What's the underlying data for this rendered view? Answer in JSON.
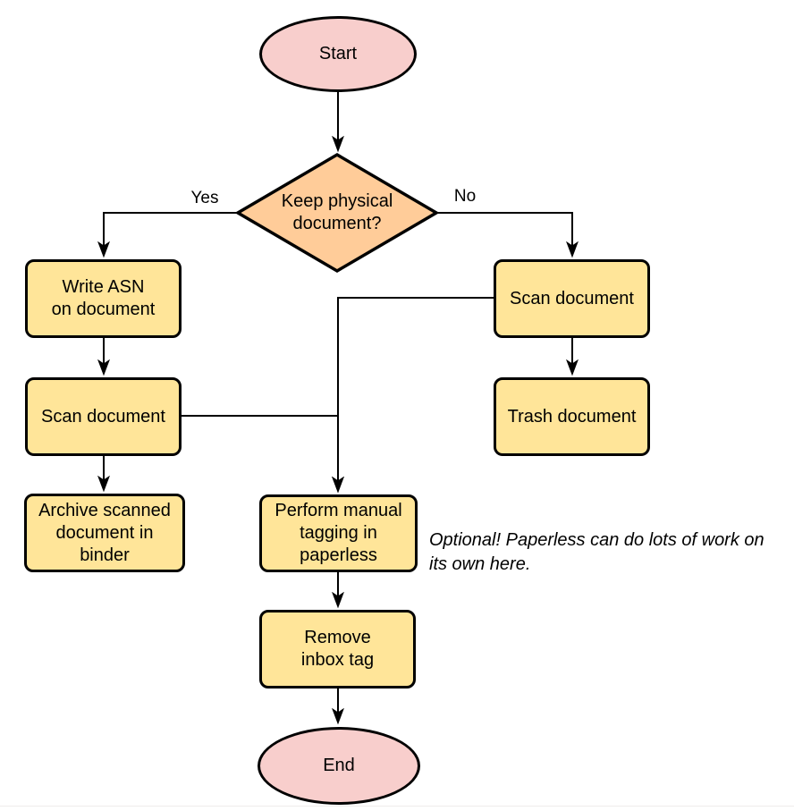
{
  "diagram": {
    "type": "flowchart",
    "nodes": {
      "start": {
        "label": "Start",
        "shape": "terminator"
      },
      "decision": {
        "label": "Keep physical\ndocument?",
        "shape": "diamond"
      },
      "write_asn": {
        "label": "Write ASN\non document",
        "shape": "process"
      },
      "scan_left": {
        "label": "Scan document",
        "shape": "process"
      },
      "archive": {
        "label": "Archive scanned\ndocument in\nbinder",
        "shape": "process"
      },
      "scan_right": {
        "label": "Scan document",
        "shape": "process"
      },
      "trash": {
        "label": "Trash document",
        "shape": "process"
      },
      "tagging": {
        "label": "Perform manual\ntagging in\npaperless",
        "shape": "process"
      },
      "remove_inbox": {
        "label": "Remove\ninbox tag",
        "shape": "process"
      },
      "end": {
        "label": "End",
        "shape": "terminator"
      }
    },
    "edge_labels": {
      "yes": "Yes",
      "no": "No"
    },
    "annotation": "Optional! Paperless can do lots of work on\nits own here.",
    "colors": {
      "terminator_fill": "#F8CECC",
      "decision_fill": "#FFCC99",
      "process_fill": "#FFE599",
      "stroke": "#000000",
      "background": "#FFFFFF"
    }
  }
}
